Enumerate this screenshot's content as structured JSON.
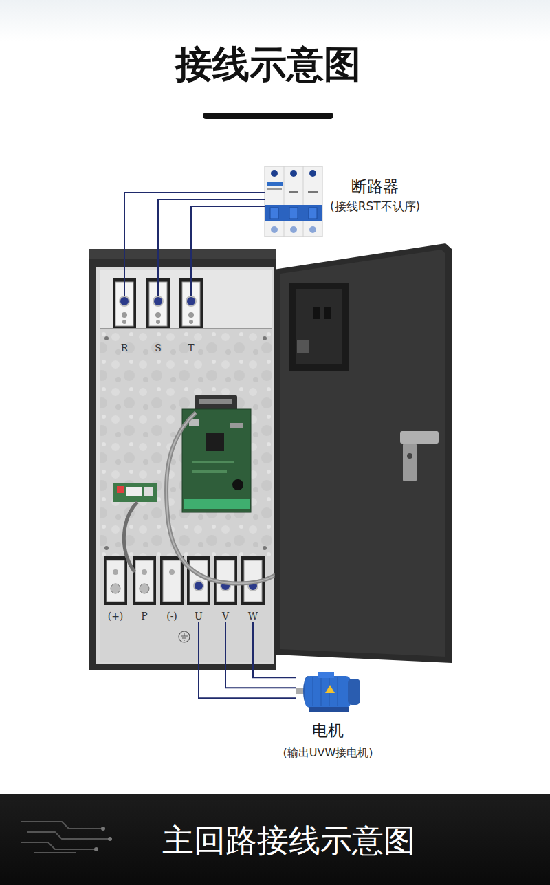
{
  "diagram": {
    "title": "接线示意图",
    "caption": "主回路接线示意图",
    "nodes": [
      {
        "text": [
          "断路器",
          "(接线RST不认序)"
        ]
      },
      {
        "text": [
          "R"
        ]
      },
      {
        "text": [
          "S"
        ]
      },
      {
        "text": [
          "T"
        ]
      },
      {
        "text": [
          "(+)"
        ]
      },
      {
        "text": [
          "P"
        ]
      },
      {
        "text": [
          "(-)"
        ]
      },
      {
        "text": [
          "U"
        ]
      },
      {
        "text": [
          "V"
        ]
      },
      {
        "text": [
          "W"
        ]
      },
      {
        "text": [
          "电机",
          "(输出UVW接电机)"
        ]
      }
    ],
    "edges": [
      {
        "from": 0,
        "to": 1,
        "arrow": "none"
      },
      {
        "from": 0,
        "to": 2,
        "arrow": "none"
      },
      {
        "from": 0,
        "to": 3,
        "arrow": "none"
      },
      {
        "from": 7,
        "to": 10,
        "arrow": "none"
      },
      {
        "from": 8,
        "to": 10,
        "arrow": "none"
      },
      {
        "from": 9,
        "to": 10,
        "arrow": "none"
      }
    ]
  }
}
